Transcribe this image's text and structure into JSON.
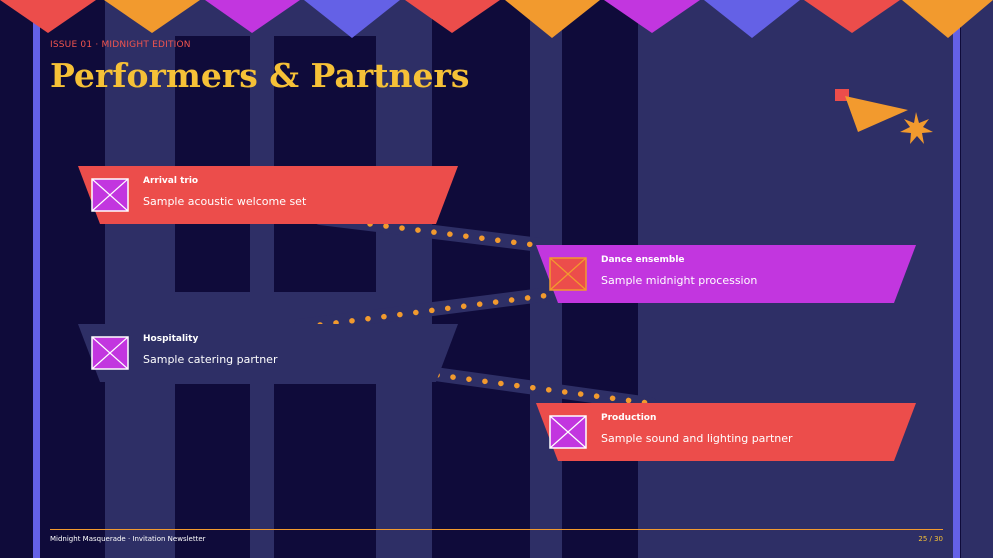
{
  "issue_label": "ISSUE 01 · MIDNIGHT EDITION",
  "title": "Performers & Partners",
  "cards": [
    {
      "category": "Arrival trio",
      "name": "Sample acoustic welcome set",
      "image_icon": "placeholder-image-icon"
    },
    {
      "category": "Dance ensemble",
      "name": "Sample midnight procession",
      "image_icon": "placeholder-image-icon"
    },
    {
      "category": "Hospitality",
      "name": "Sample catering partner",
      "image_icon": "placeholder-image-icon"
    },
    {
      "category": "Production",
      "name": "Sample sound and lighting partner",
      "image_icon": "placeholder-image-icon"
    }
  ],
  "footer": {
    "left": "Midnight Masquerade · Invitation Newsletter",
    "page": "25 / 30"
  },
  "colors": {
    "background": "#0f0b3a",
    "stripe": "#2e2f66",
    "frame": "#6461e6",
    "accent_red": "#ec4d4b",
    "accent_magenta": "#c236df",
    "accent_orange": "#f29a2e",
    "title_yellow": "#f6c137",
    "card_navy": "#2e2f66"
  }
}
